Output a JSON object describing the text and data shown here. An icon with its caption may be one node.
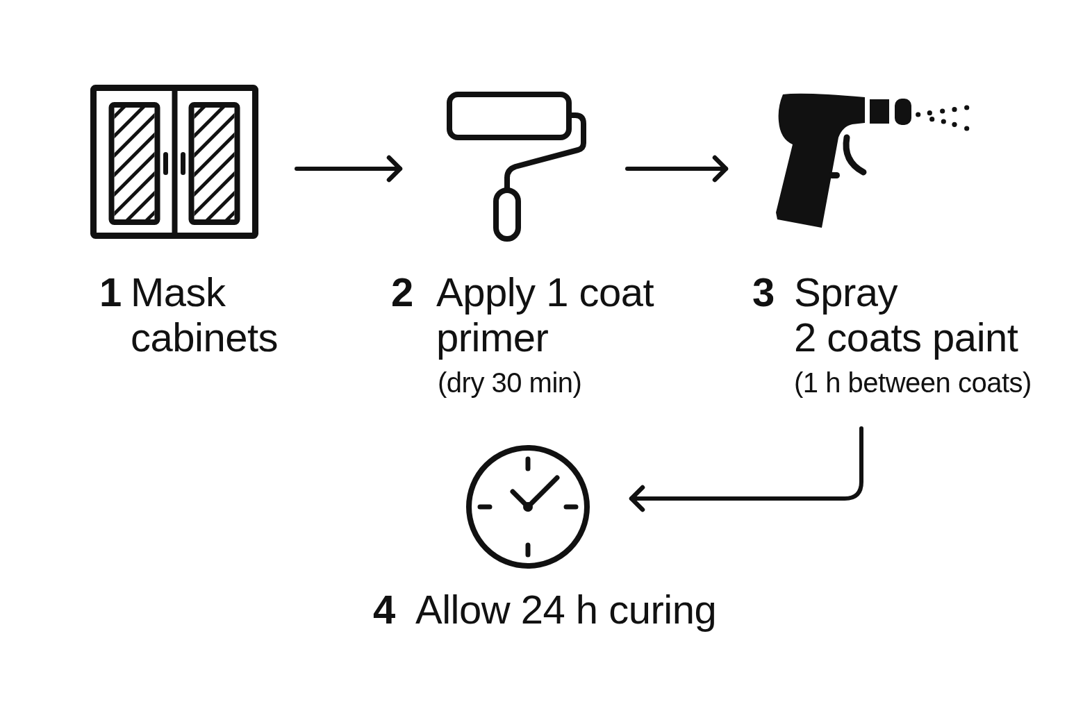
{
  "diagram": {
    "nodes": [
      {
        "text": [],
        "shape": "picture",
        "beside": [
          "1",
          "Mask cabinets"
        ]
      },
      {
        "text": [],
        "shape": "picture",
        "beside": [
          "2",
          "Apply 1 coat primer",
          "(dry 30 min)"
        ]
      },
      {
        "text": [],
        "shape": "picture",
        "beside": [
          "3",
          "Spray",
          "2 coats paint",
          "(1 h between coats)"
        ]
      },
      {
        "text": [],
        "shape": "picture",
        "beside": [
          "4",
          "Allow 24 h curing"
        ]
      }
    ],
    "edges": [
      {
        "from": 0,
        "to": 1,
        "arrow": "to"
      },
      {
        "from": 1,
        "to": 2,
        "arrow": "to"
      },
      {
        "from": 2,
        "to": 3,
        "arrow": "to"
      }
    ]
  }
}
